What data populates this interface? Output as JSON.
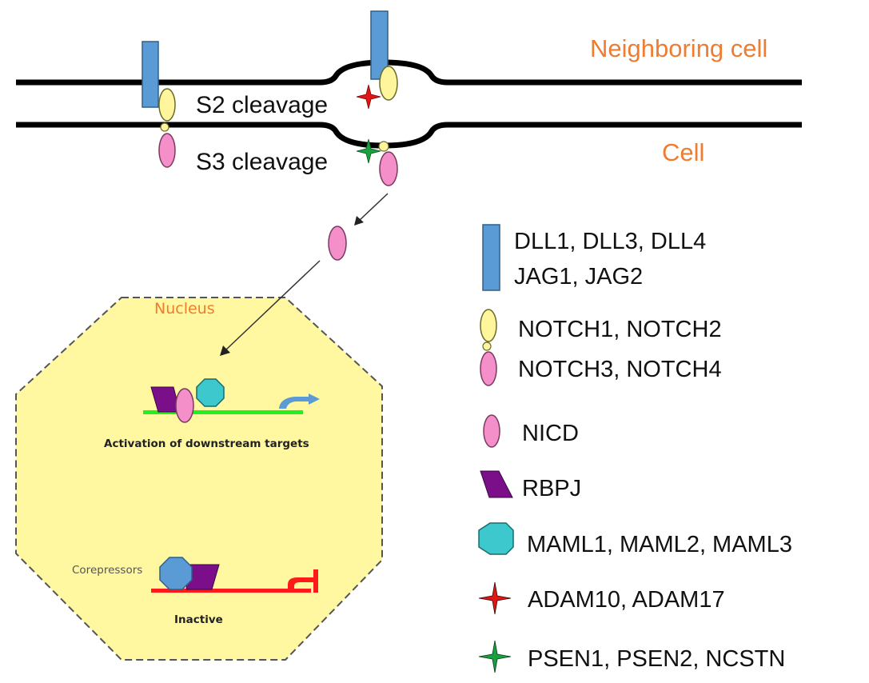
{
  "membrane_labels": {
    "neighboring_cell": "Neighboring cell",
    "cell": "Cell",
    "s2_cleavage": "S2 cleavage",
    "s3_cleavage": "S3 cleavage"
  },
  "nucleus": {
    "title": "Nucleus",
    "activation_label": "Activation of downstream targets",
    "corepressors_label": "Corepressors",
    "inactive_label": "Inactive"
  },
  "legend": {
    "items": [
      {
        "icon": "ligand-rectangle-icon",
        "lines": [
          "DLL1, DLL3, DLL4",
          "JAG1, JAG2"
        ],
        "color": "#5b9bd5"
      },
      {
        "icon": "notch-receptor-yellow-icon",
        "lines": [
          "NOTCH1, NOTCH2"
        ],
        "color": "#fff59d"
      },
      {
        "icon": "notch-receptor-pink-icon",
        "lines": [
          "NOTCH3, NOTCH4"
        ],
        "color": "#f48fc9"
      },
      {
        "icon": "nicd-ellipse-icon",
        "lines": [
          "NICD"
        ],
        "color": "#f48fc9"
      },
      {
        "icon": "rbpj-parallelogram-icon",
        "lines": [
          "RBPJ"
        ],
        "color": "#7b0f8a"
      },
      {
        "icon": "maml-octagon-icon",
        "lines": [
          "MAML1, MAML2, MAML3"
        ],
        "color": "#3cc8cc"
      },
      {
        "icon": "adam-star-red-icon",
        "lines": [
          "ADAM10, ADAM17"
        ],
        "color": "#e01515"
      },
      {
        "icon": "psen-star-green-icon",
        "lines": [
          "PSEN1, PSEN2, NCSTN"
        ],
        "color": "#1aa040"
      }
    ]
  },
  "colors": {
    "ligand": "#5b9bd5",
    "notch_yellow": "#fff59d",
    "notch_pink": "#f48fc9",
    "rbpj": "#7b0f8a",
    "maml": "#3cc8cc",
    "corepressor": "#5b9bd5",
    "adam": "#e01515",
    "psen": "#1aa040",
    "nucleus_fill": "#fff8a0",
    "active_dna": "#22ee22",
    "inactive_dna": "#ff1a1a",
    "label_orange": "#ee7d31"
  }
}
